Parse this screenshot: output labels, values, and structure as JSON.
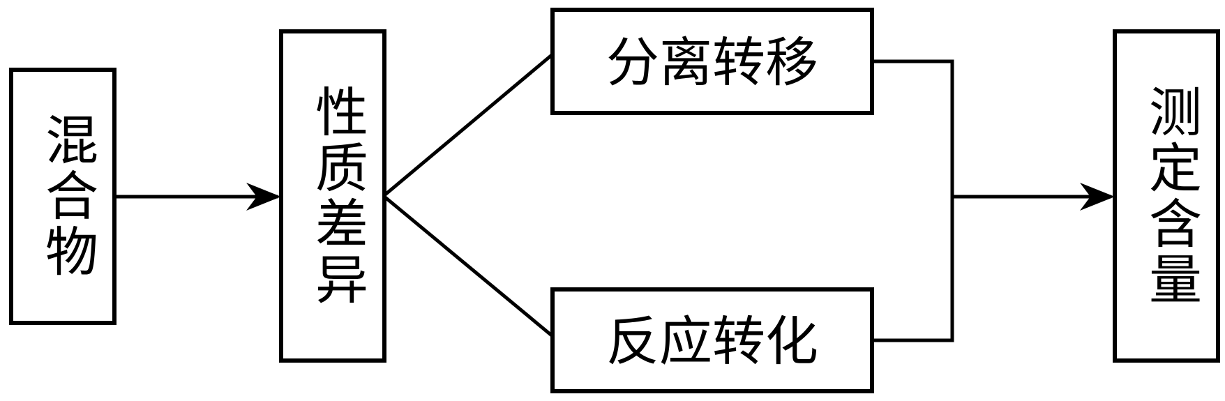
{
  "nodes": {
    "mixture": "混合物",
    "property_difference": "性质差异",
    "separation_transfer": "分离转移",
    "reaction_conversion": "反应转化",
    "measure_content": "测定含量"
  }
}
